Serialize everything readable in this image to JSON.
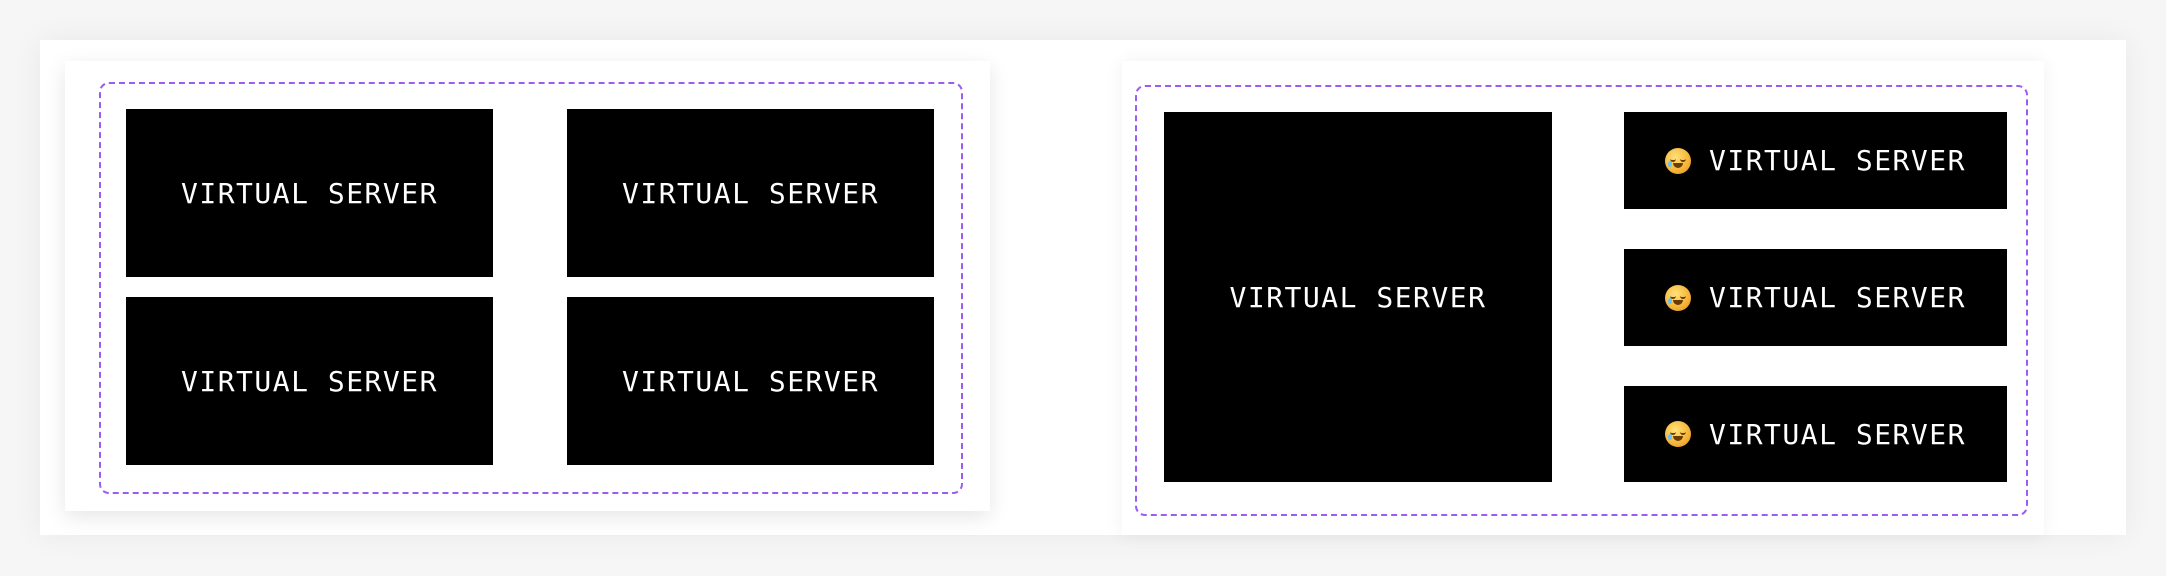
{
  "left_cluster": {
    "servers": [
      {
        "label": "VIRTUAL SERVER"
      },
      {
        "label": "VIRTUAL SERVER"
      },
      {
        "label": "VIRTUAL SERVER"
      },
      {
        "label": "VIRTUAL SERVER"
      }
    ]
  },
  "right_cluster": {
    "main_server": {
      "label": "VIRTUAL SERVER"
    },
    "servers": [
      {
        "label": "VIRTUAL SERVER",
        "icon": "crying-face-icon"
      },
      {
        "label": "VIRTUAL SERVER",
        "icon": "crying-face-icon"
      },
      {
        "label": "VIRTUAL SERVER",
        "icon": "crying-face-icon"
      }
    ]
  },
  "colors": {
    "cluster_border": "#9b5cf0",
    "server_bg": "#000000",
    "server_text": "#ffffff"
  }
}
